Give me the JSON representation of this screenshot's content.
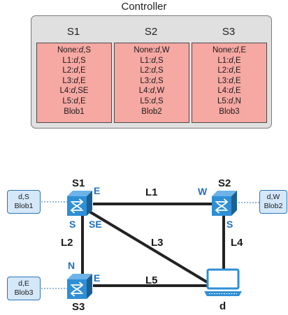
{
  "controller": {
    "title": "Controller",
    "tables": [
      {
        "name": "S1",
        "rows": [
          {
            "k": "None",
            "d": "d",
            "v": "S"
          },
          {
            "k": "L1",
            "d": "d",
            "v": "S"
          },
          {
            "k": "L2",
            "d": "d",
            "v": "E"
          },
          {
            "k": "L3",
            "d": "d",
            "v": "E"
          },
          {
            "k": "L4",
            "d": "d",
            "v": "SE"
          },
          {
            "k": "L5",
            "d": "d",
            "v": "E"
          },
          {
            "k": "Blob1",
            "d": "",
            "v": ""
          }
        ]
      },
      {
        "name": "S2",
        "rows": [
          {
            "k": "None",
            "d": "d",
            "v": "W"
          },
          {
            "k": "L1",
            "d": "d",
            "v": "S"
          },
          {
            "k": "L2",
            "d": "d",
            "v": "S"
          },
          {
            "k": "L3",
            "d": "d",
            "v": "S"
          },
          {
            "k": "L4",
            "d": "d",
            "v": "W"
          },
          {
            "k": "L5",
            "d": "d",
            "v": "S"
          },
          {
            "k": "Blob2",
            "d": "",
            "v": ""
          }
        ]
      },
      {
        "name": "S3",
        "rows": [
          {
            "k": "None",
            "d": "d",
            "v": "E"
          },
          {
            "k": "L1",
            "d": "d",
            "v": "E"
          },
          {
            "k": "L2",
            "d": "d",
            "v": "E"
          },
          {
            "k": "L3",
            "d": "d",
            "v": "E"
          },
          {
            "k": "L4",
            "d": "d",
            "v": "E"
          },
          {
            "k": "L5",
            "d": "d",
            "v": "N"
          },
          {
            "k": "Blob3",
            "d": "",
            "v": ""
          }
        ]
      }
    ]
  },
  "network": {
    "switches": [
      {
        "id": "s1",
        "name": "S1"
      },
      {
        "id": "s2",
        "name": "S2"
      },
      {
        "id": "s3",
        "name": "S3"
      }
    ],
    "host": {
      "name": "d"
    },
    "links": [
      {
        "id": "l1",
        "label": "L1"
      },
      {
        "id": "l2",
        "label": "L2"
      },
      {
        "id": "l3",
        "label": "L3"
      },
      {
        "id": "l4",
        "label": "L4"
      },
      {
        "id": "l5",
        "label": "L5"
      }
    ],
    "ports": [
      {
        "id": "s1-e",
        "label": "E"
      },
      {
        "id": "s1-s",
        "label": "S"
      },
      {
        "id": "s1-se",
        "label": "SE"
      },
      {
        "id": "s2-w",
        "label": "W"
      },
      {
        "id": "s2-s",
        "label": "S"
      },
      {
        "id": "s3-n",
        "label": "N"
      },
      {
        "id": "s3-e",
        "label": "E"
      }
    ],
    "blobs": [
      {
        "id": "blob1",
        "line1": "d,S",
        "line2": "Blob1"
      },
      {
        "id": "blob2",
        "line1": "d,W",
        "line2": "Blob2"
      },
      {
        "id": "blob3",
        "line1": "d,E",
        "line2": "Blob3"
      }
    ],
    "colors": {
      "switch_fill": "#2e8fd6",
      "switch_dark": "#1c5f95",
      "port_label": "#1f6fbf",
      "table_fill": "#f6a8a3",
      "blob_fill": "#d4e8f9",
      "link": "#222222"
    }
  }
}
